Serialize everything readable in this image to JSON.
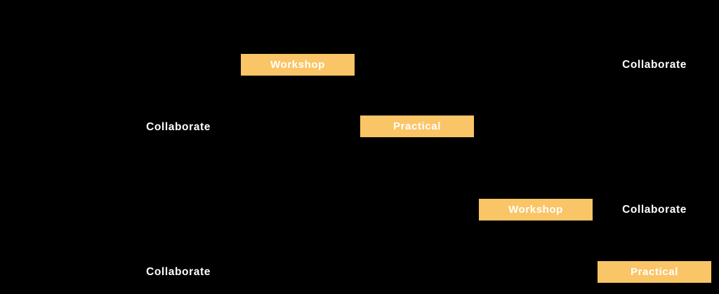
{
  "page": {
    "background_color": "#000000",
    "accent_color": "#FAC567",
    "text_color": "#FFFFFF"
  },
  "schedule": {
    "columns": 5,
    "rows": 4,
    "cells": [
      {
        "label": "Workshop",
        "type": "highlight",
        "row": 1,
        "col": 2
      },
      {
        "label": "Collaborate",
        "type": "text",
        "row": 1,
        "col": 5
      },
      {
        "label": "Collaborate",
        "type": "text",
        "row": 2,
        "col": 1
      },
      {
        "label": "Practical",
        "type": "highlight",
        "row": 2,
        "col": 3
      },
      {
        "label": "Workshop",
        "type": "highlight",
        "row": 3,
        "col": 4
      },
      {
        "label": "Collaborate",
        "type": "text",
        "row": 3,
        "col": 5
      },
      {
        "label": "Collaborate",
        "type": "text",
        "row": 4,
        "col": 1
      },
      {
        "label": "Practical",
        "type": "highlight",
        "row": 4,
        "col": 5
      }
    ]
  }
}
